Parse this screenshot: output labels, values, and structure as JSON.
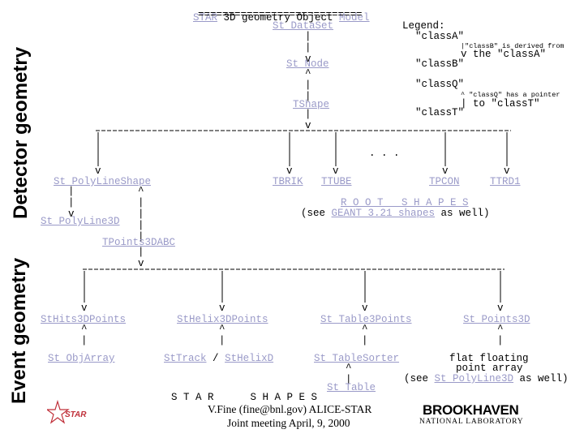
{
  "side": {
    "detector": "Detector geometry",
    "event": "Event geometry"
  },
  "title": {
    "star": "STAR",
    "mid": " 3D geometry Object ",
    "model": "Model",
    "rule": "==========================="
  },
  "legend": {
    "title": "Legend:",
    "class_a": "\"classA\"",
    "derived_note": "|\"classB\" is derived from",
    "derived_v": "v the \"classA\"",
    "class_b": "\"classB\"",
    "class_q": "\"classQ\"",
    "pointer_note": "^ \"classQ\" has a pointer",
    "pointer_to": "| to \"classT\"",
    "class_t": "\"classT\""
  },
  "nodes": {
    "st_dataset": "St_DataSet",
    "st_node": "St_Node",
    "tshape": "TShape",
    "st_polylineshape": "St_PolyLineShape",
    "tbrik": "TBRIK",
    "ttube": "TTUBE",
    "dots": ". . .",
    "tpcon": "TPCON",
    "ttrd1": "TTRD1",
    "st_polyline3d": "St_PolyLine3D",
    "tpoints3dabc": "TPoints3DABC",
    "st_hits3dpoints": "StHits3DPoints",
    "st_helix3dpoints": "StHelix3DPoints",
    "st_table3points": "St_Table3Points",
    "st_points3d": "St_Points3D",
    "st_objarray": "St_ObjArray",
    "st_track": "StTrack",
    "slash": "/",
    "st_helixd": "StHelixD",
    "st_tablesorter": "St_TableSorter",
    "st_table": "St_Table",
    "flat_line1": "flat floating",
    "flat_line2": "point array",
    "see_open": "(see ",
    "see_close": " as well)"
  },
  "roots": {
    "label": "R O O T   S H A P E S",
    "see_open": "(see ",
    "geant": "GEANT 3.21 shapes",
    "see_close": " as well)"
  },
  "footer": {
    "star_shapes": "S T A R      S H A P E S",
    "author": "V.Fine (fine@bnl.gov) ALICE-STAR",
    "meeting": "Joint meeting April, 9, 2000",
    "star_logo_text": "STAR",
    "bnl_name": "BROOKHAVEN",
    "bnl_sub": "NATIONAL LABORATORY"
  },
  "colors": {
    "link": "#9a9ac8",
    "star_logo": "#c0303a",
    "text": "#000000"
  }
}
